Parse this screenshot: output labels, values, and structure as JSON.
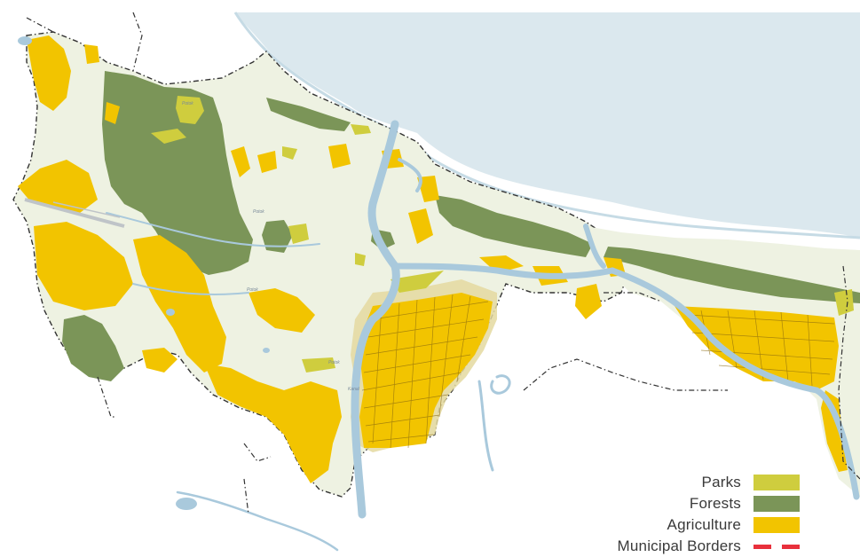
{
  "colors": {
    "sea": "#dbe8ee",
    "river": "#a9c9dc",
    "urban": "#eef2e2",
    "parks": "#cfcd3e",
    "forests": "#7b9558",
    "agriculture": "#f2c400",
    "city_center": "#e4d9a0",
    "municipal_border": "#e8303c",
    "outer_border": "#333333"
  },
  "legend": {
    "items": [
      {
        "label": "Parks",
        "color": "#cfcd3e",
        "kind": "fill"
      },
      {
        "label": "Forests",
        "color": "#7b9558",
        "kind": "fill"
      },
      {
        "label": "Agriculture",
        "color": "#f2c400",
        "kind": "fill"
      },
      {
        "label": "Municipal Borders",
        "color": "#e8303c",
        "kind": "dash"
      }
    ]
  }
}
